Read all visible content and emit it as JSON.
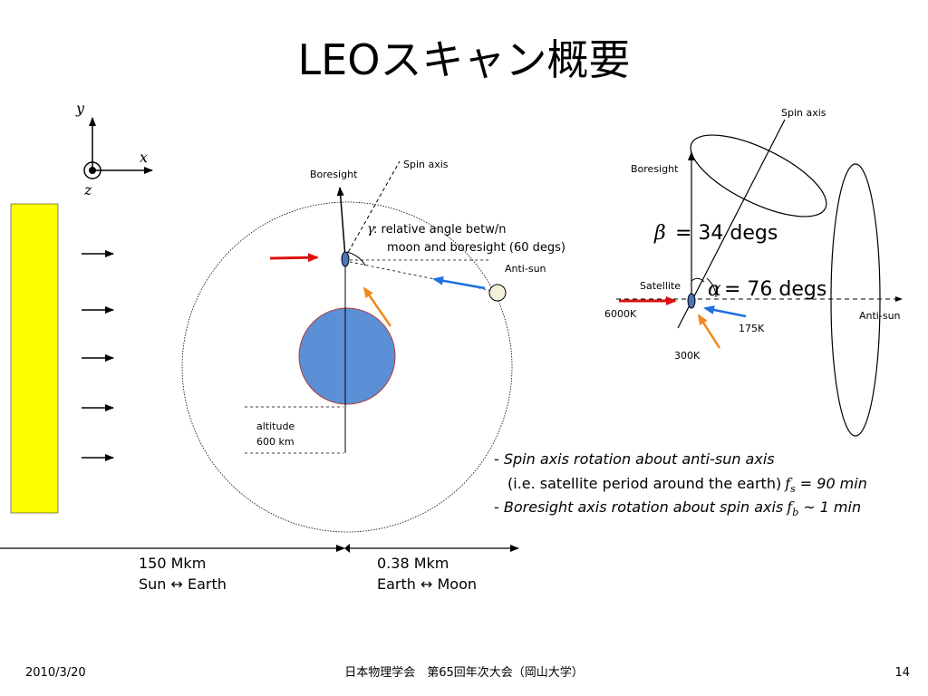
{
  "title": "LEOスキャン概要",
  "axes": {
    "y": "y",
    "x": "x",
    "z": "z"
  },
  "left_diagram": {
    "boresight": "Boresight",
    "spin_axis": "Spin axis",
    "gamma_symbol": "γ",
    "gamma_line1": ": relative angle betw/n",
    "gamma_line2": "moon and boresight (60 degs)",
    "anti_sun": "Anti-sun",
    "altitude_line1": "altitude",
    "altitude_line2": "600 km"
  },
  "right_diagram": {
    "spin_axis": "Spin axis",
    "boresight": "Boresight",
    "beta_symbol": "β",
    "beta_value": "= 34 degs",
    "alpha_symbol": "α",
    "alpha_value": "= 76 degs",
    "satellite": "Satellite",
    "temp_sun": "6000K",
    "temp_moon": "175K",
    "temp_earth": "300K",
    "anti_sun": "Anti-sun"
  },
  "notes": {
    "line1": "- Spin axis rotation about anti-sun axis",
    "line2a": "(i.e. satellite period around the earth)",
    "line2_f": "f",
    "line2_sub": "s",
    "line2_val": "= 90",
    "line2_unit": "min",
    "line3a": "- Boresight axis rotation about spin axis",
    "line3_f": "f",
    "line3_sub": "b",
    "line3_val": "~ 1",
    "line3_unit": "min"
  },
  "distances": {
    "sun_earth_value": "150 Mkm",
    "sun_earth_label": "Sun ↔ Earth",
    "earth_moon_value": "0.38 Mkm",
    "earth_moon_label": "Earth ↔ Moon"
  },
  "footer": {
    "date": "2010/3/20",
    "conference": "日本物理学会　第65回年次大会（岡山大学）",
    "page": "14"
  },
  "colors": {
    "sun_bar": "#ffff00",
    "earth": "#5b8fd6",
    "red_arrow": "#dd1111",
    "blue_arrow": "#1f6fe0",
    "orange_arrow": "#f08a1c",
    "moon": "#f3f0dc"
  }
}
